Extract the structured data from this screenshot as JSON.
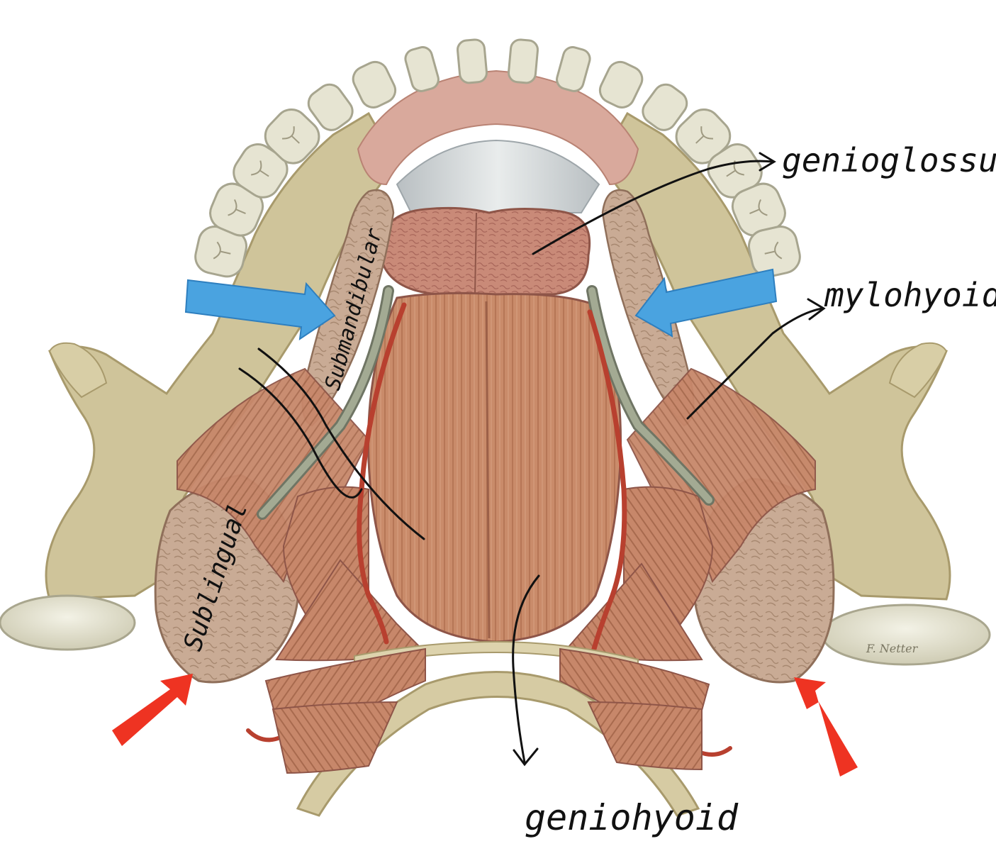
{
  "labels": {
    "genioglossus": "genioglossus",
    "mylohyoid": "mylohyoid",
    "geniohyoid": "geniohyoid",
    "submandibular": "Submandibular",
    "sublingual": "Sublingual"
  },
  "signature": "F. Netter",
  "colors": {
    "bone": "#cfc49a",
    "bone_dark": "#a89a6c",
    "tooth": "#e6e4d2",
    "gum": "#d9a99c",
    "muscle": "#c98b6a",
    "muscle_dark": "#a0654a",
    "gland": "#c9ab95",
    "duct": "#8f9682",
    "artery": "#b8402f",
    "blue_arrow": "#4aa3e0",
    "red_arrow": "#ee3322",
    "ink": "#111111"
  },
  "icons": [
    "blue-arrow-left",
    "blue-arrow-right",
    "red-arrow-left",
    "red-arrow-right"
  ]
}
